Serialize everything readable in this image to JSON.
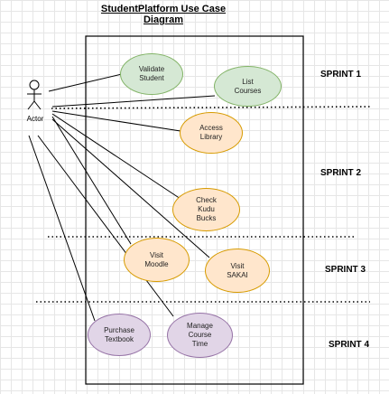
{
  "title": "StudentPlatform Use Case\nDiagram",
  "actor": {
    "label": "Actor"
  },
  "sprints": [
    {
      "label": "SPRINT 1"
    },
    {
      "label": "SPRINT 2"
    },
    {
      "label": "SPRINT 3"
    },
    {
      "label": "SPRINT 4"
    }
  ],
  "use_cases": [
    {
      "label": "Validate\nStudent",
      "sprint": 1,
      "color": "#d5e8d4"
    },
    {
      "label": "List\nCourses",
      "sprint": 1,
      "color": "#d5e8d4"
    },
    {
      "label": "Access\nLibrary",
      "sprint": 2,
      "color": "#ffe6cc"
    },
    {
      "label": "Check\nKudu\nBucks",
      "sprint": 2,
      "color": "#ffe6cc"
    },
    {
      "label": "Visit\nMoodle",
      "sprint": 3,
      "color": "#ffe6cc"
    },
    {
      "label": "Visit\nSAKAI",
      "sprint": 3,
      "color": "#ffe6cc"
    },
    {
      "label": "Purchase\nTextbook",
      "sprint": 4,
      "color": "#e1d5e7"
    },
    {
      "label": "Manage\nCourse\nTime",
      "sprint": 4,
      "color": "#e1d5e7"
    }
  ]
}
